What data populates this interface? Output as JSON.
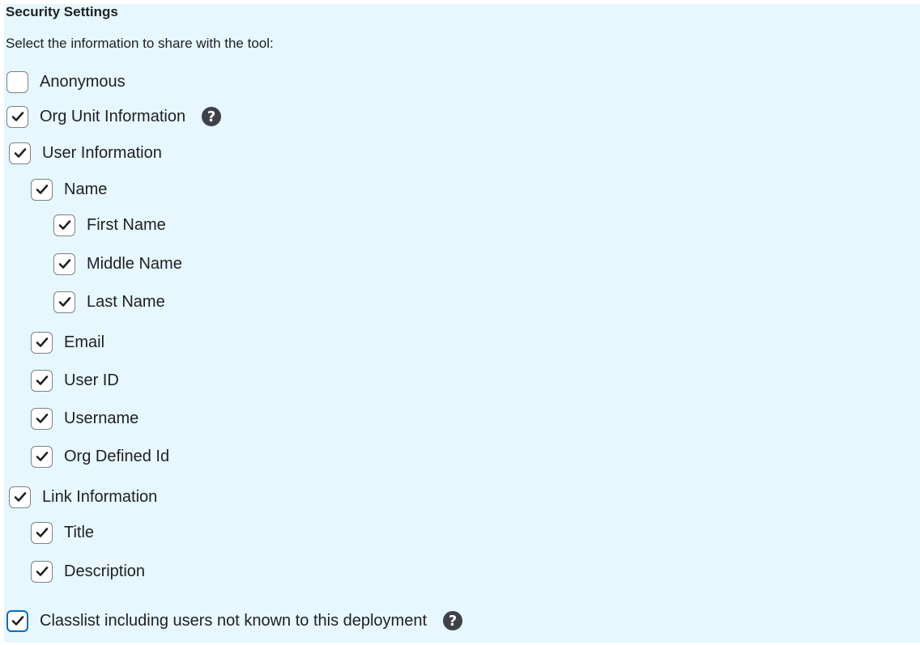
{
  "section": {
    "title": "Security Settings",
    "instruction": "Select the information to share with the tool:"
  },
  "options": {
    "anonymous": {
      "label": "Anonymous",
      "checked": false
    },
    "org_unit": {
      "label": "Org Unit Information",
      "checked": true,
      "help_icon": "question-icon"
    },
    "user_info": {
      "label": "User Information",
      "checked": true
    },
    "name": {
      "label": "Name",
      "checked": true
    },
    "first_name": {
      "label": "First Name",
      "checked": true
    },
    "middle_name": {
      "label": "Middle Name",
      "checked": true
    },
    "last_name": {
      "label": "Last Name",
      "checked": true
    },
    "email": {
      "label": "Email",
      "checked": true
    },
    "user_id": {
      "label": "User ID",
      "checked": true
    },
    "username": {
      "label": "Username",
      "checked": true
    },
    "org_defined_id": {
      "label": "Org Defined Id",
      "checked": true
    },
    "link_info": {
      "label": "Link Information",
      "checked": true
    },
    "title": {
      "label": "Title",
      "checked": true
    },
    "description": {
      "label": "Description",
      "checked": true
    },
    "classlist": {
      "label": "Classlist including users not known to this deployment",
      "checked": true,
      "help_icon": "question-icon"
    }
  },
  "colors": {
    "panel_background": "#e6f7fd",
    "check_color": "#202122",
    "focus_border": "#006fbf",
    "help_icon_bg": "#3e4148"
  }
}
